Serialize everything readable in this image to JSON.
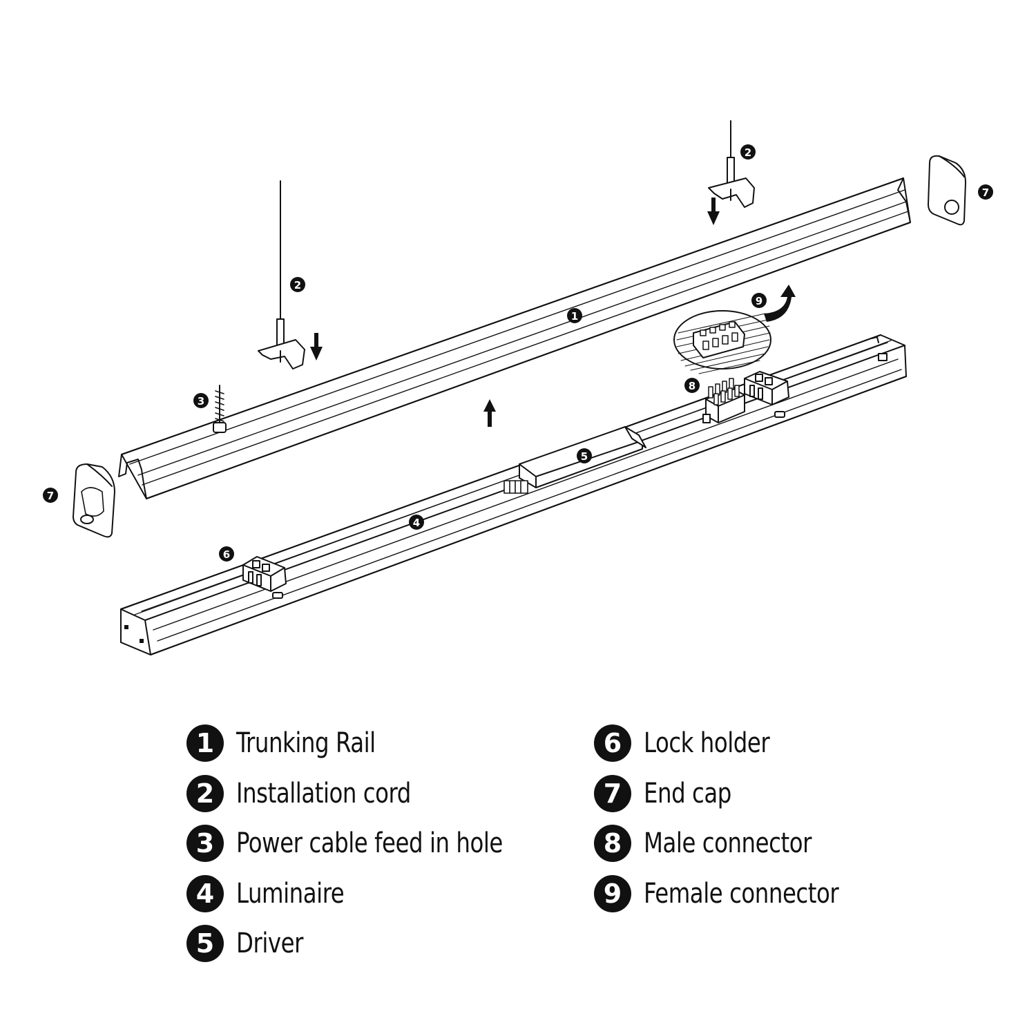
{
  "callouts": {
    "c1": "1",
    "c2a": "2",
    "c2b": "2",
    "c3": "3",
    "c4": "4",
    "c5": "5",
    "c6": "6",
    "c7a": "7",
    "c7b": "7",
    "c8": "8",
    "c9": "9"
  },
  "legend": {
    "left": [
      {
        "num": "1",
        "label": "Trunking Rail"
      },
      {
        "num": "2",
        "label": "Installation cord"
      },
      {
        "num": "3",
        "label": "Power cable feed in hole"
      },
      {
        "num": "4",
        "label": "Luminaire"
      },
      {
        "num": "5",
        "label": "Driver"
      }
    ],
    "right": [
      {
        "num": "6",
        "label": "Lock holder"
      },
      {
        "num": "7",
        "label": "End cap"
      },
      {
        "num": "8",
        "label": "Male connector"
      },
      {
        "num": "9",
        "label": "Female connector"
      }
    ]
  },
  "colors": {
    "ink": "#111111",
    "paper": "#ffffff"
  }
}
